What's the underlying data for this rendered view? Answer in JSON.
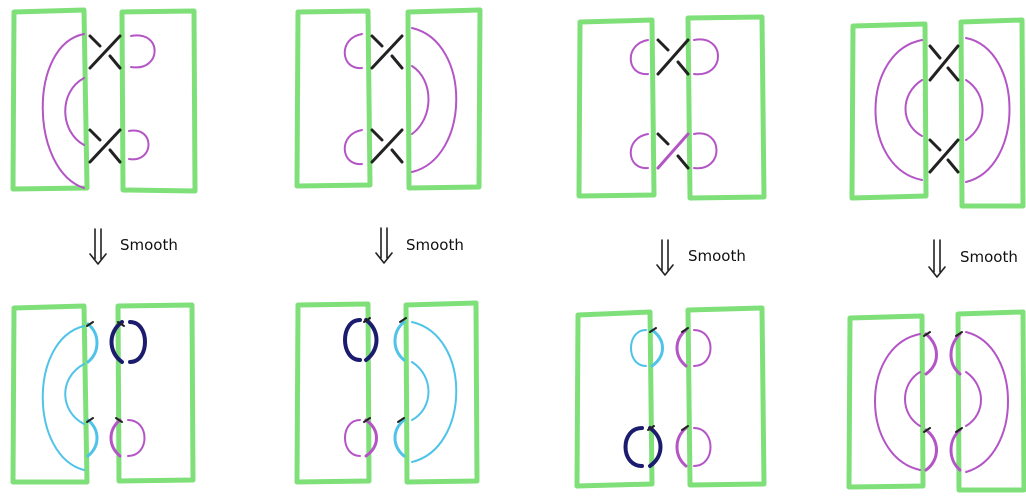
{
  "colors": {
    "box": "#7fe07a",
    "magenta": "#b455c6",
    "cyan": "#4fc3e8",
    "navy": "#1c1c6e",
    "arrow": "#222222",
    "label": "#111111"
  },
  "panels": [
    {
      "arrow_label": "Smooth"
    },
    {
      "arrow_label": "Smooth"
    },
    {
      "arrow_label": "Smooth"
    },
    {
      "arrow_label": "Smooth"
    }
  ]
}
